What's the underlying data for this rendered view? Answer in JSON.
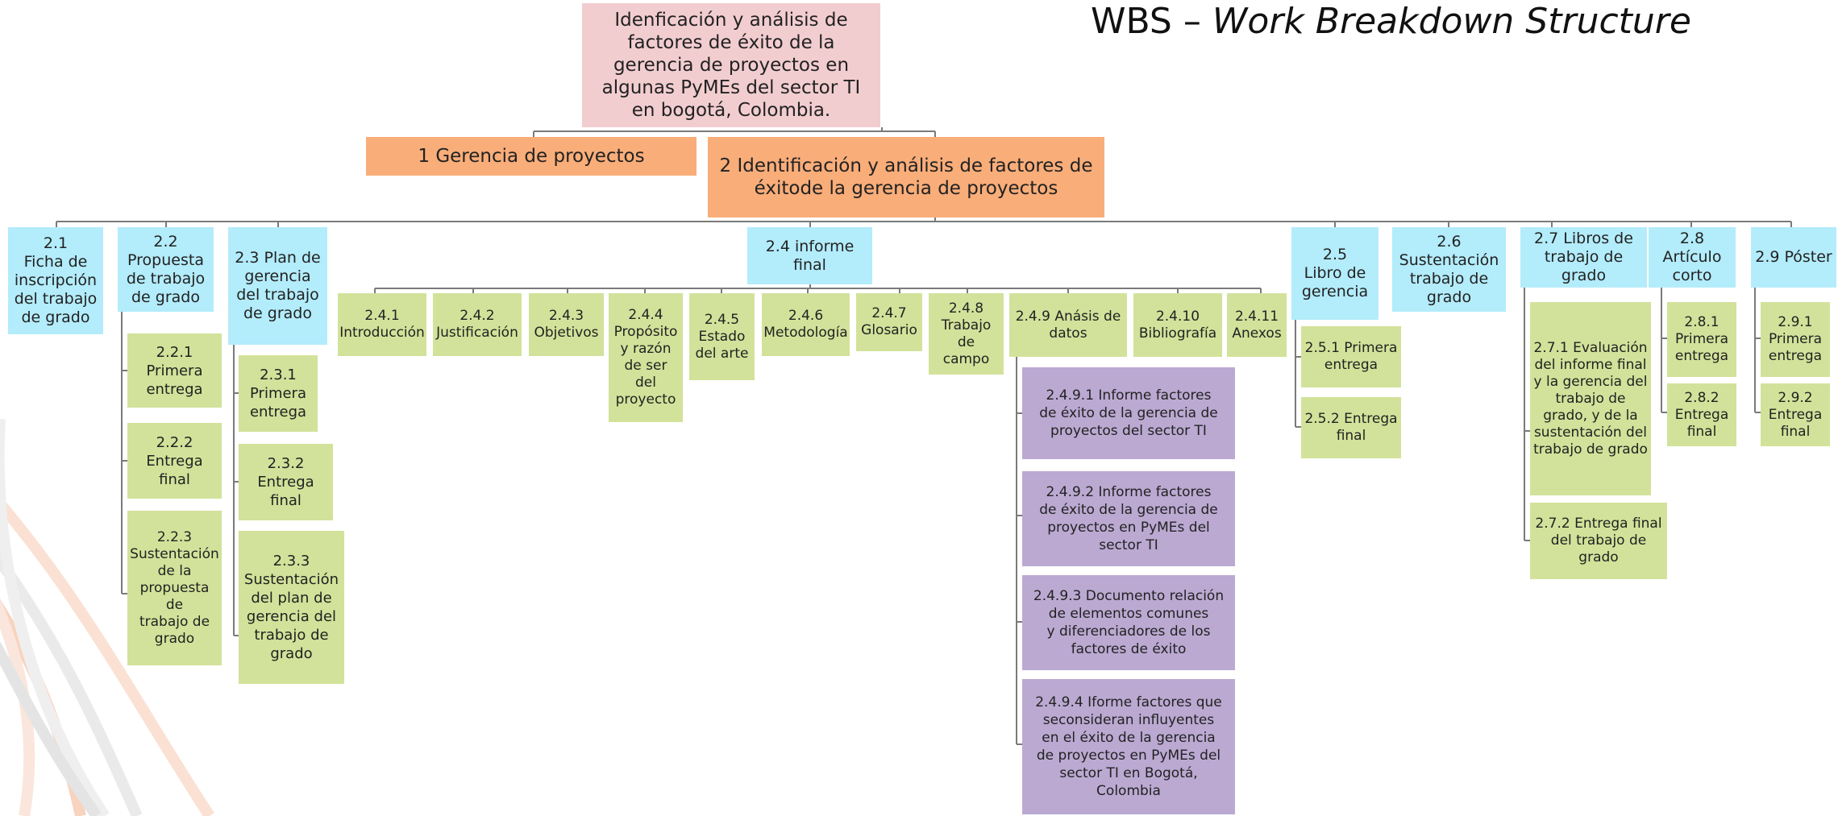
{
  "diagram": {
    "title_main": "WBS – ",
    "title_italic": "Work Breakdown Structure",
    "root": "Idenficación y análisis de\nfactores de éxito de la\ngerencia de proyectos en\nalgunas PyMEs del sector TI\nen bogotá, Colombia.",
    "n1": "1 Gerencia de proyectos",
    "n2": "2 Identificación y análisis de factores de\néxitode la gerencia de proyectos",
    "n2_1": "2.1\nFicha de\ninscripción\ndel trabajo\nde grado",
    "n2_2": "2.2\nPropuesta\nde trabajo\nde grado",
    "n2_2_1": "2.2.1\nPrimera\nentrega",
    "n2_2_2": "2.2.2\nEntrega\nfinal",
    "n2_2_3": "2.2.3\nSustentación\nde la\npropuesta de\ntrabajo de\ngrado",
    "n2_3": "2.3 Plan de\ngerencia\ndel trabajo\nde grado",
    "n2_3_1": "2.3.1\nPrimera\nentrega",
    "n2_3_2": "2.3.2\nEntrega\nfinal",
    "n2_3_3": "2.3.3\nSustentación\ndel plan de\ngerencia del\ntrabajo de\ngrado",
    "n2_4": "2.4 informe\nfinal",
    "n2_4_1": "2.4.1\nIntroducción",
    "n2_4_2": "2.4.2\nJustificación",
    "n2_4_3": "2.4.3\nObjetivos",
    "n2_4_4": "2.4.4\nPropósito\ny razón\nde ser del\nproyecto",
    "n2_4_5": "2.4.5\nEstado\ndel arte",
    "n2_4_6": "2.4.6\nMetodología",
    "n2_4_7": "2.4.7\nGlosario",
    "n2_4_8": "2.4.8\nTrabajo de\ncampo",
    "n2_4_9": "2.4.9 Anásis de\ndatos",
    "n2_4_9_1": "2.4.9.1 Informe factores\nde éxito de la gerencia de\nproyectos del sector TI",
    "n2_4_9_2": "2.4.9.2 Informe factores\nde éxito de la gerencia de\nproyectos en PyMEs del\nsector TI",
    "n2_4_9_3": "2.4.9.3 Documento relación\nde elementos comunes\ny diferenciadores de los\nfactores de éxito",
    "n2_4_9_4": "2.4.9.4 Iforme factores que\nseconsideran influyentes\nen el éxito de la gerencia\nde proyectos en PyMEs del\nsector TI en Bogotá, Colombia",
    "n2_4_10": "2.4.10\nBibliografía",
    "n2_4_11": "2.4.11\nAnexos",
    "n2_5": "2.5\nLibro de\ngerencia",
    "n2_5_1": "2.5.1 Primera\nentrega",
    "n2_5_2": "2.5.2 Entrega\nfinal",
    "n2_6": "2.6\nSustentación\ntrabajo de\ngrado",
    "n2_7": "2.7 Libros de\ntrabajo de\ngrado",
    "n2_7_1": "2.7.1 Evaluación\ndel informe final\ny la gerencia del\ntrabajo de\ngrado, y de la\nsustentación del\ntrabajo de grado",
    "n2_7_2": "2.7.2 Entrega final\ndel trabajo de\ngrado",
    "n2_8": "2.8\nArtículo\ncorto",
    "n2_8_1": "2.8.1\nPrimera\nentrega",
    "n2_8_2": "2.8.2\nEntrega\nfinal",
    "n2_9": "2.9 Póster",
    "n2_9_1": "2.9.1\nPrimera\nentrega",
    "n2_9_2": "2.9.2\nEntrega\nfinal"
  },
  "colors": {
    "root": "#f2cdcf",
    "level1": "#f9ad79",
    "level2": "#b3ecfb",
    "level3": "#d2e29a",
    "level4": "#bba9d2",
    "connector": "#7a7a7a"
  }
}
